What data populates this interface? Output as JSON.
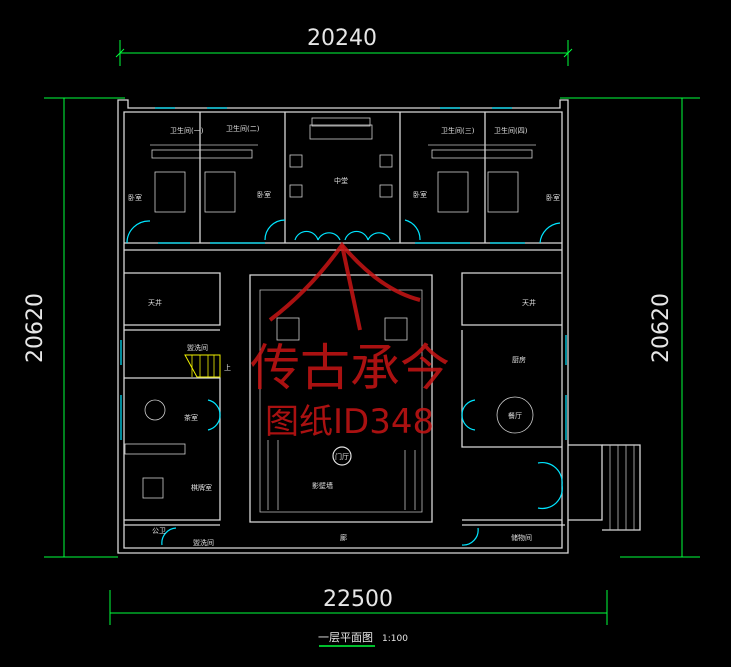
{
  "drawing": {
    "title": "一层平面图",
    "scale": "1:100",
    "dimensions": {
      "top": "20240",
      "bottom": "22500",
      "left": "20620",
      "right": "20620"
    },
    "rooms": {
      "bath1": "卫生间(一)",
      "bath2": "卫生间(二)",
      "bath3": "卫生间(三)",
      "bath4": "卫生间(四)",
      "bedroom1": "卧室",
      "bedroom2": "卧室",
      "bedroom3": "卧室",
      "bedroom4": "卧室",
      "hall": "中堂",
      "courtyard_left": "天井",
      "courtyard_right": "天井",
      "washroom": "盥洗间",
      "stair_up": "上",
      "tea_room": "茶室",
      "chess_room": "棋牌室",
      "public_wc": "公卫",
      "washroom2": "盥洗间",
      "foyer": "门厅",
      "screen_wall": "影壁墙",
      "corridor": "廊",
      "kitchen": "厨房",
      "dining": "餐厅",
      "storage": "储物间"
    },
    "watermark": {
      "line1": "传古承今",
      "line2": "图纸ID348"
    }
  }
}
